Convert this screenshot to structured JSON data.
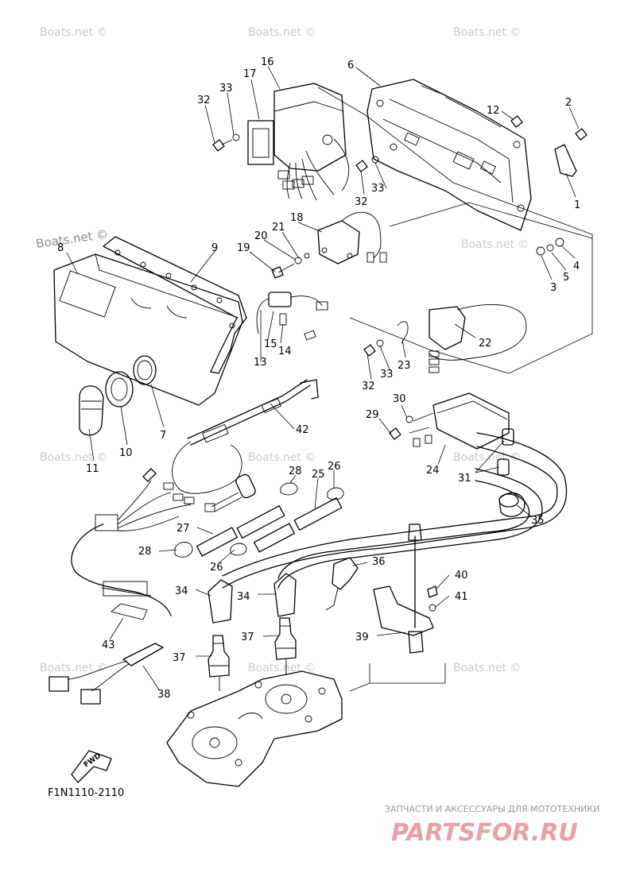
{
  "watermark": "Boats.net ©",
  "watermark_label": "Boats.net ©",
  "diagram_code": "F1N1110-2110",
  "fwd_label": "FWD",
  "brand_tagline": "ЗАПЧАСТИ И АКСЕССУАРЫ ДЛЯ МОТОТЕХНИКИ",
  "brand_logo": "PARTSFOR.RU",
  "callouts": [
    {
      "id": "c1",
      "label": "1"
    },
    {
      "id": "c2",
      "label": "2"
    },
    {
      "id": "c3",
      "label": "3"
    },
    {
      "id": "c4",
      "label": "4"
    },
    {
      "id": "c5",
      "label": "5"
    },
    {
      "id": "c6",
      "label": "6"
    },
    {
      "id": "c7",
      "label": "7"
    },
    {
      "id": "c8",
      "label": "8"
    },
    {
      "id": "c9",
      "label": "9"
    },
    {
      "id": "c10",
      "label": "10"
    },
    {
      "id": "c11",
      "label": "11"
    },
    {
      "id": "c12",
      "label": "12"
    },
    {
      "id": "c13",
      "label": "13"
    },
    {
      "id": "c14",
      "label": "14"
    },
    {
      "id": "c15",
      "label": "15"
    },
    {
      "id": "c16",
      "label": "16"
    },
    {
      "id": "c17",
      "label": "17"
    },
    {
      "id": "c18",
      "label": "18"
    },
    {
      "id": "c19",
      "label": "19"
    },
    {
      "id": "c20",
      "label": "20"
    },
    {
      "id": "c21",
      "label": "21"
    },
    {
      "id": "c22",
      "label": "22"
    },
    {
      "id": "c23",
      "label": "23"
    },
    {
      "id": "c24",
      "label": "24"
    },
    {
      "id": "c25",
      "label": "25"
    },
    {
      "id": "c26a",
      "label": "26"
    },
    {
      "id": "c26b",
      "label": "26"
    },
    {
      "id": "c27",
      "label": "27"
    },
    {
      "id": "c28a",
      "label": "28"
    },
    {
      "id": "c28b",
      "label": "28"
    },
    {
      "id": "c29",
      "label": "29"
    },
    {
      "id": "c30",
      "label": "30"
    },
    {
      "id": "c31",
      "label": "31"
    },
    {
      "id": "c32a",
      "label": "32"
    },
    {
      "id": "c32b",
      "label": "32"
    },
    {
      "id": "c32c",
      "label": "32"
    },
    {
      "id": "c33a",
      "label": "33"
    },
    {
      "id": "c33b",
      "label": "33"
    },
    {
      "id": "c33c",
      "label": "33"
    },
    {
      "id": "c34a",
      "label": "34"
    },
    {
      "id": "c34b",
      "label": "34"
    },
    {
      "id": "c35",
      "label": "35"
    },
    {
      "id": "c36",
      "label": "36"
    },
    {
      "id": "c37a",
      "label": "37"
    },
    {
      "id": "c37b",
      "label": "37"
    },
    {
      "id": "c38",
      "label": "38"
    },
    {
      "id": "c39",
      "label": "39"
    },
    {
      "id": "c40",
      "label": "40"
    },
    {
      "id": "c41",
      "label": "41"
    },
    {
      "id": "c42",
      "label": "42"
    },
    {
      "id": "c43",
      "label": "43"
    }
  ]
}
